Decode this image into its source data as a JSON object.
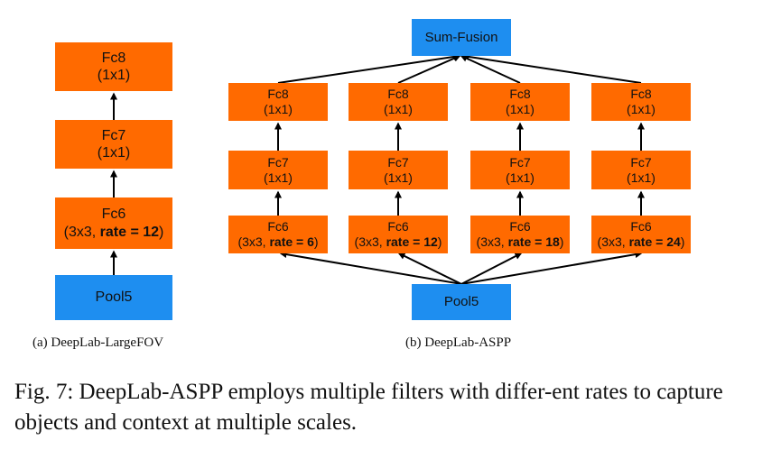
{
  "panel_a": {
    "fc8": {
      "name": "Fc8",
      "params": "(1x1)"
    },
    "fc7": {
      "name": "Fc7",
      "params": "(1x1)"
    },
    "fc6": {
      "name": "Fc6",
      "params_prefix": "(3x3, ",
      "params_bold": "rate = 12",
      "params_suffix": ")"
    },
    "pool5": "Pool5",
    "caption": "(a) DeepLab-LargeFOV"
  },
  "panel_b": {
    "sum_fusion": "Sum-Fusion",
    "branches": [
      {
        "fc8": {
          "name": "Fc8",
          "params": "(1x1)"
        },
        "fc7": {
          "name": "Fc7",
          "params": "(1x1)"
        },
        "fc6": {
          "name": "Fc6",
          "params_prefix": "(3x3, ",
          "params_bold": "rate = 6",
          "params_suffix": ")"
        }
      },
      {
        "fc8": {
          "name": "Fc8",
          "params": "(1x1)"
        },
        "fc7": {
          "name": "Fc7",
          "params": "(1x1)"
        },
        "fc6": {
          "name": "Fc6",
          "params_prefix": "(3x3, ",
          "params_bold": "rate = 12",
          "params_suffix": ")"
        }
      },
      {
        "fc8": {
          "name": "Fc8",
          "params": "(1x1)"
        },
        "fc7": {
          "name": "Fc7",
          "params": "(1x1)"
        },
        "fc6": {
          "name": "Fc6",
          "params_prefix": "(3x3, ",
          "params_bold": "rate = 18",
          "params_suffix": ")"
        }
      },
      {
        "fc8": {
          "name": "Fc8",
          "params": "(1x1)"
        },
        "fc7": {
          "name": "Fc7",
          "params": "(1x1)"
        },
        "fc6": {
          "name": "Fc6",
          "params_prefix": "(3x3, ",
          "params_bold": "rate = 24",
          "params_suffix": ")"
        }
      }
    ],
    "pool5": "Pool5",
    "caption": "(b) DeepLab-ASPP"
  },
  "figure_caption": "Fig. 7: DeepLab-ASPP employs multiple filters with differ-ent rates to capture objects and context at multiple scales.",
  "colors": {
    "layer_box": "#ff6a00",
    "pool_box": "#1e8ef0",
    "arrow": "#000000"
  }
}
